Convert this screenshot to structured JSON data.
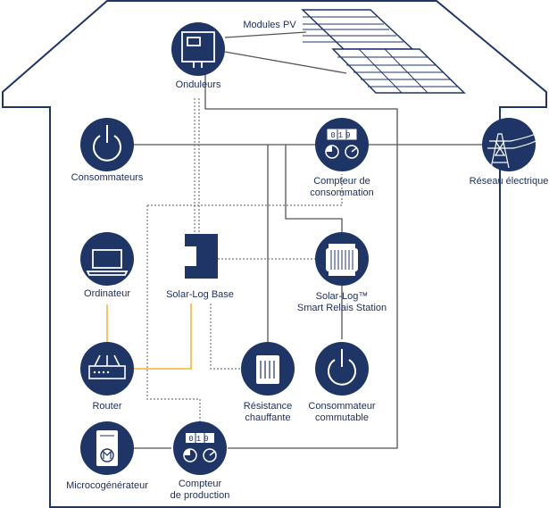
{
  "diagram": {
    "title": "",
    "colors": {
      "navy": "#1f3566",
      "line": "#555555",
      "dotted": "#777777",
      "router_link": "#f2b233",
      "outline": "#1f3566"
    },
    "labels": {
      "modules_pv": "Modules PV",
      "onduleurs": "Onduleurs",
      "consommateurs": "Consommateurs",
      "compteur_conso_line1": "Compteur de",
      "compteur_conso_line2": "consommation",
      "reseau": "Réseau électrique",
      "ordinateur": "Ordinateur",
      "solarlog_base": "Solar-Log Base",
      "smart_relais_line1": "Solar-Log™",
      "smart_relais_line2": "Smart Relais Station",
      "router": "Router",
      "resistance_line1": "Résistance",
      "resistance_line2": "chauffante",
      "consommateur_comm_line1": "Consommateur",
      "consommateur_comm_line2": "commutable",
      "micro": "Microcogénérateur",
      "compteur_prod_line1": "Compteur",
      "compteur_prod_line2": "de production"
    },
    "meter_digits": {
      "consommation": "019",
      "production": "019"
    },
    "icons": {
      "onduleur": "inverter-icon",
      "consommateurs": "power-icon",
      "compteur_conso": "meter-icon",
      "reseau": "pylon-icon",
      "ordinateur": "laptop-icon",
      "solarlog": "solarlog-device-icon",
      "smart_relais": "relay-station-icon",
      "router": "router-icon",
      "resistance": "heater-icon",
      "consommateur_comm": "power-icon",
      "micro": "chp-icon",
      "compteur_prod": "meter-icon"
    }
  }
}
